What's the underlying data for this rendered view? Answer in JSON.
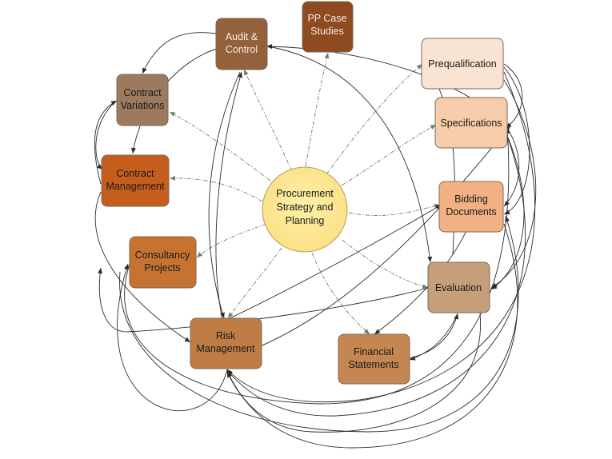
{
  "center": {
    "label": [
      "Procurement",
      "Strategy and",
      "Planning"
    ],
    "color": "#fde690"
  },
  "nodes": [
    {
      "id": "audit",
      "label": [
        "Audit &",
        "Control"
      ],
      "color": "#93613c",
      "text": "light"
    },
    {
      "id": "case",
      "label": [
        "PP Case",
        "Studies"
      ],
      "color": "#8e4a20",
      "text": "light"
    },
    {
      "id": "prequal",
      "label": [
        "Prequalification"
      ],
      "color": "#fbe3d4",
      "text": "dark"
    },
    {
      "id": "variations",
      "label": [
        "Contract",
        "Variations"
      ],
      "color": "#9d7a5e",
      "text": "dark"
    },
    {
      "id": "specs",
      "label": [
        "Specifications"
      ],
      "color": "#f7ccaa",
      "text": "dark"
    },
    {
      "id": "management",
      "label": [
        "Contract",
        "Management"
      ],
      "color": "#c55e1c",
      "text": "dark"
    },
    {
      "id": "bidding",
      "label": [
        "Bidding",
        "Documents"
      ],
      "color": "#f1b183",
      "text": "dark"
    },
    {
      "id": "consultancy",
      "label": [
        "Consultancy",
        "Projects"
      ],
      "color": "#c67332",
      "text": "dark"
    },
    {
      "id": "evaluation",
      "label": [
        "Evaluation"
      ],
      "color": "#c69e7a",
      "text": "dark"
    },
    {
      "id": "risk",
      "label": [
        "Risk",
        "Management"
      ],
      "color": "#c07c45",
      "text": "dark"
    },
    {
      "id": "financial",
      "label": [
        "Financial",
        "Statements"
      ],
      "color": "#c58651",
      "text": "dark"
    }
  ]
}
